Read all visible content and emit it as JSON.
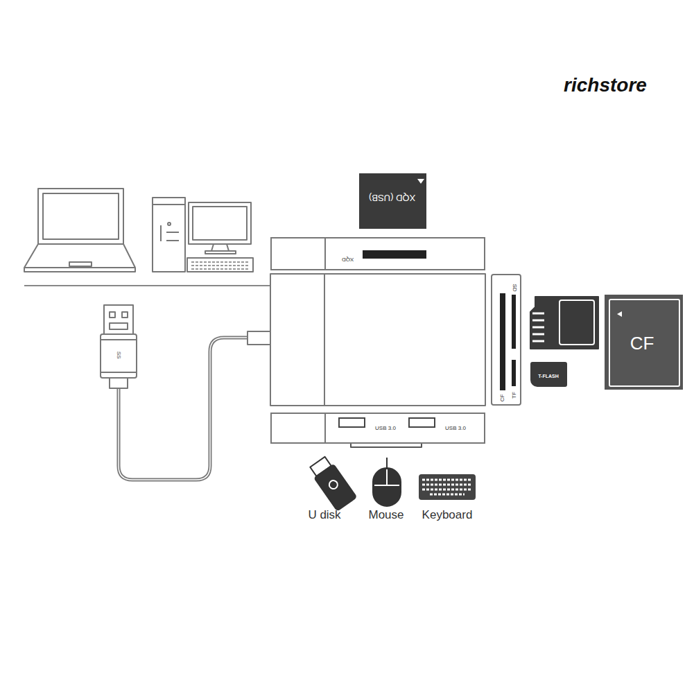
{
  "diagram": {
    "nodes": [
      {
        "text": [
          "XQD (USB)"
        ]
      },
      {
        "text": [
          "XQD"
        ]
      },
      {
        "text": [
          "SD",
          "CF",
          "TF"
        ]
      },
      {
        "text": [
          "USB 3.0",
          "USB 3.0"
        ]
      },
      {
        "text": [
          "T-FLASH"
        ]
      },
      {
        "text": [
          "CF"
        ]
      }
    ],
    "labels": [
      "richstore",
      "SS",
      "U disk",
      "Mouse",
      "Keyboard"
    ]
  }
}
